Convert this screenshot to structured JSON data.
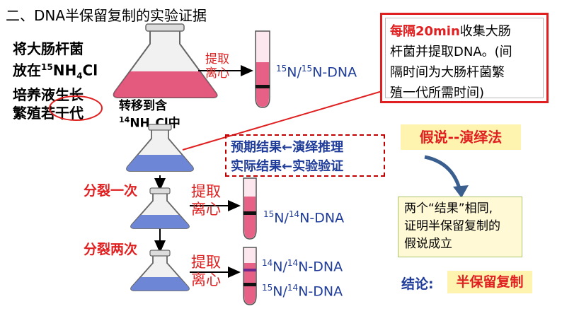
{
  "title": "二、DNA半保留复制的实验证据",
  "intro": {
    "line1": "将大肠杆菌",
    "line2_pre": "放在",
    "line2_sup": "15",
    "line2_mid": "NH",
    "line2_sub": "4",
    "line2_post": "Cl",
    "line3": "培养液生长",
    "line4_pre": "繁殖",
    "line4_circled": "若干代"
  },
  "transfer": {
    "line1": "转移到含",
    "sup": "14",
    "mid": "NH",
    "sub": "4",
    "post": "Cl中"
  },
  "operation": {
    "line1": "提取",
    "line2": "离心"
  },
  "results": {
    "r1": {
      "sup1": "15",
      "n1": "N/",
      "sup2": "15",
      "n2": "N-DNA"
    },
    "r2": {
      "sup1": "15",
      "n1": "N/",
      "sup2": "14",
      "n2": "N-DNA"
    },
    "r3a": {
      "sup1": "14",
      "n1": "N/",
      "sup2": "14",
      "n2": "N-DNA"
    },
    "r3b": {
      "sup1": "15",
      "n1": "N/",
      "sup2": "14",
      "n2": "N-DNA"
    }
  },
  "steps": {
    "first": "分裂一次",
    "second": "分裂两次"
  },
  "note": {
    "highlight": "每隔20min",
    "rest1": "收集大肠",
    "line2": "杆菌并提取DNA。(间",
    "line3": "隔时间为大肠杆菌繁",
    "line4": "殖一代所需时间)"
  },
  "reasoning": {
    "line1_a": "预期结果",
    "line1_arrow": "←",
    "line1_b": "演绎推理",
    "line2_a": "实际结果",
    "line2_arrow": "←",
    "line2_b": "实验验证"
  },
  "method": "假说--演绎法",
  "summary": {
    "line1": "两个“结果”相同,",
    "line2": "证明半保留复制的",
    "line3": "假说成立"
  },
  "conclusion": {
    "label": "结论:",
    "value": "半保留复制"
  },
  "colors": {
    "red": "#e02020",
    "blue": "#1f3c9a",
    "yellow": "#fff3b0",
    "pink": "#e0406a",
    "medium_blue": "#6d86d6"
  }
}
